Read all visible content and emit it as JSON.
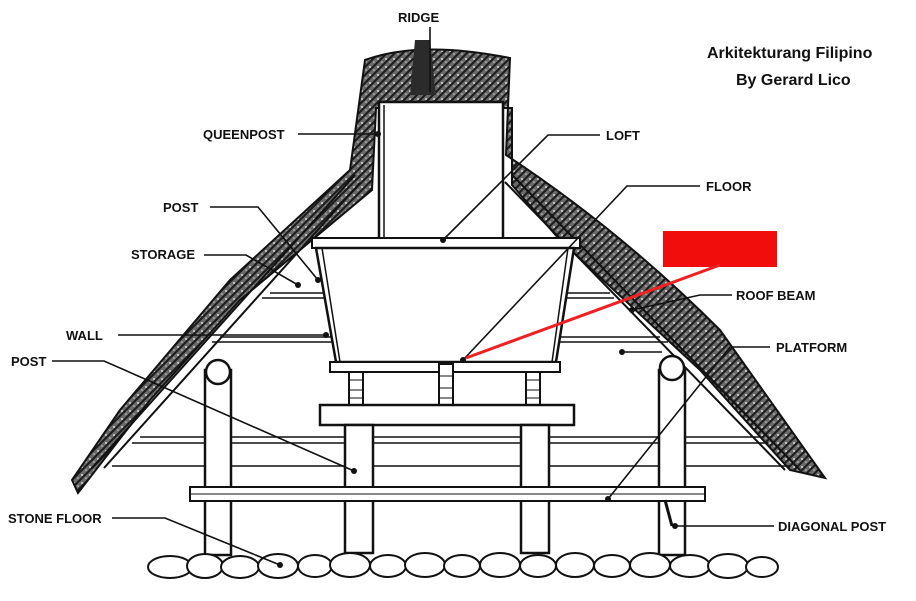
{
  "credit": {
    "line1": "Arkitekturang Filipino",
    "line2": "By Gerard Lico"
  },
  "labels": {
    "ridge": "RIDGE",
    "queenpost": "QUEENPOST",
    "loft": "LOFT",
    "floor": "FLOOR",
    "post_upper": "POST",
    "storage": "STORAGE",
    "roof_beam": "ROOF BEAM",
    "wall": "WALL",
    "platform": "PLATFORM",
    "post_lower": "POST",
    "stone_floor": "STONE FLOOR",
    "diagonal_post": "DIAGONAL POST"
  },
  "colors": {
    "ink": "#111111",
    "thatch": "#3a3a3a",
    "redaction": "#f20d0d",
    "pointer": "#ee2222"
  }
}
